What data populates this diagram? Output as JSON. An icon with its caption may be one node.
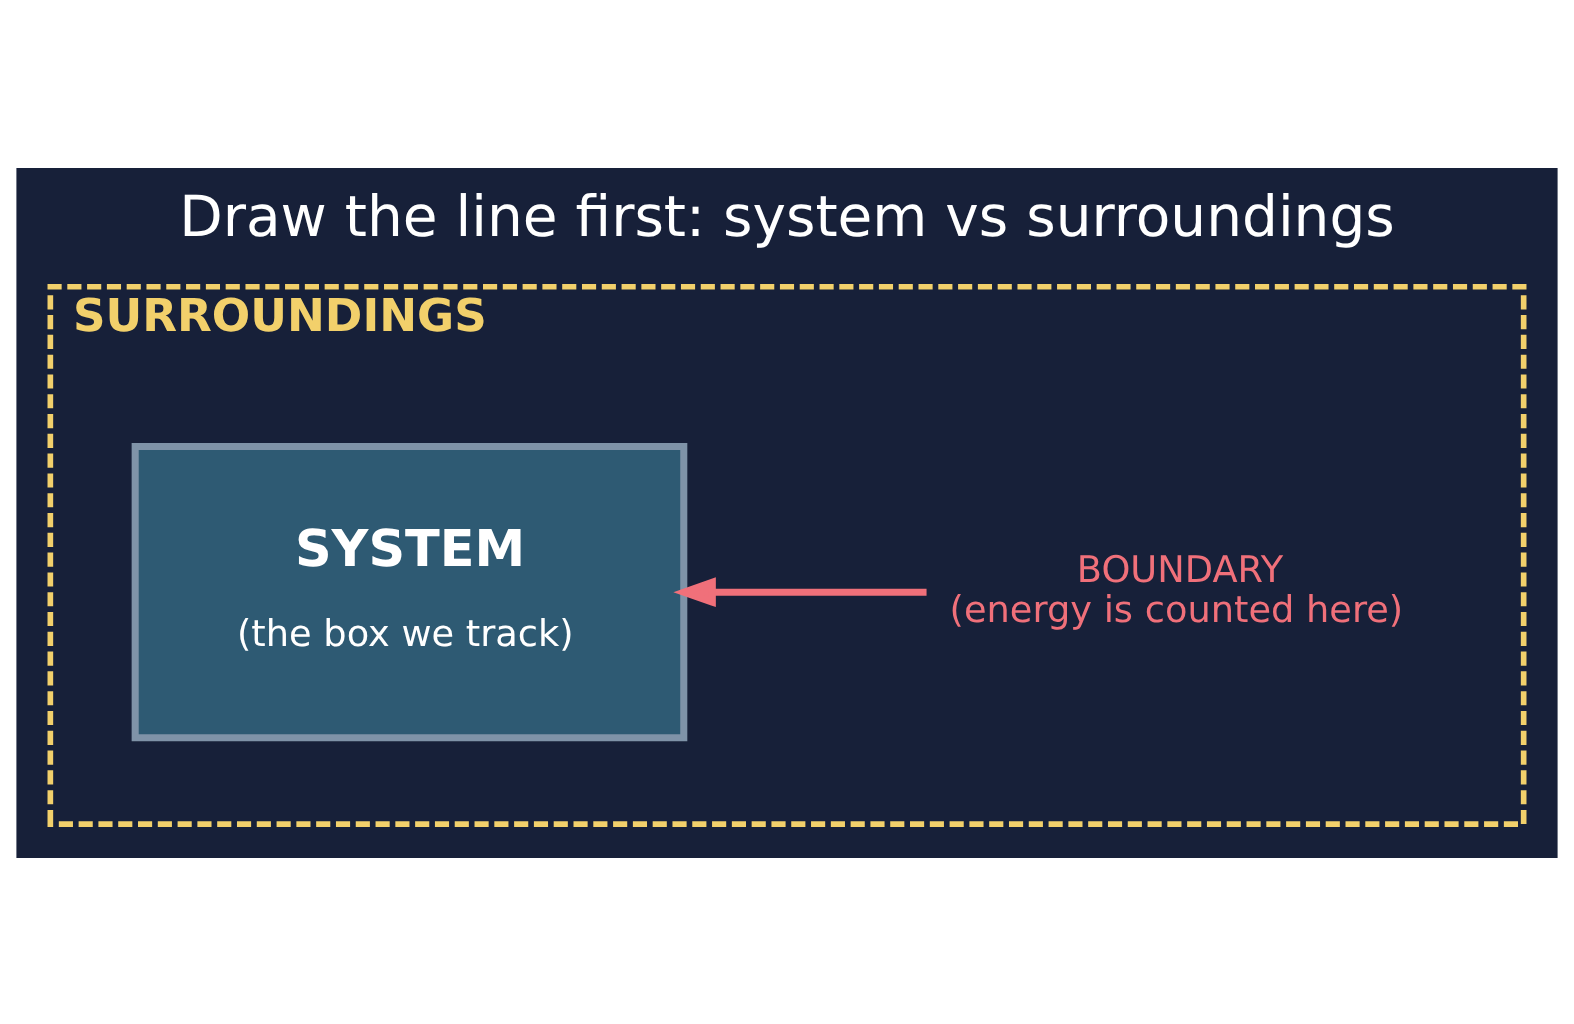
{
  "diagram": {
    "title": "Draw the line first: system vs surroundings",
    "nodes": [
      {
        "text": [
          "SURROUNDINGS"
        ]
      },
      {
        "text": [
          "SYSTEM",
          "(the box we track)"
        ],
        "in": 0
      },
      {
        "text": [
          "BOUNDARY",
          "(energy is counted here)"
        ],
        "in": 0
      }
    ],
    "edges": [
      {
        "from": 2,
        "to": 1,
        "arrow": "to",
        "color": "#f0707a"
      }
    ]
  }
}
